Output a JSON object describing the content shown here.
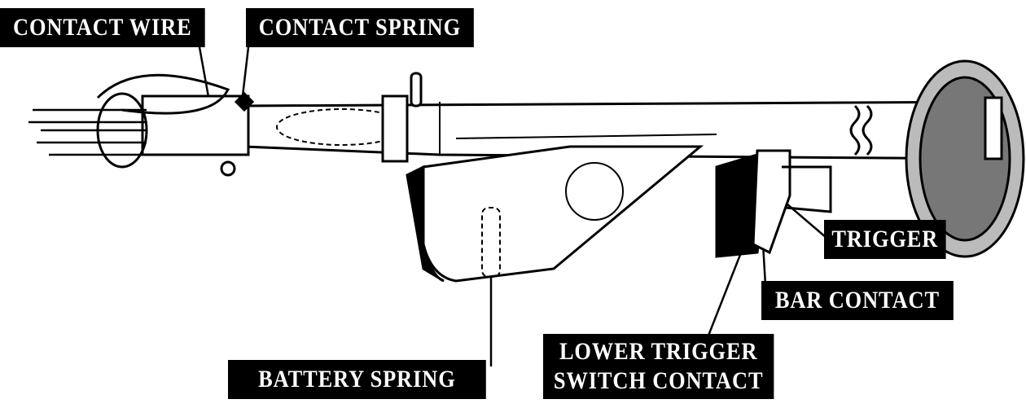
{
  "labels": {
    "contact_wire": "CONTACT WIRE",
    "contact_spring": "CONTACT SPRING",
    "trigger": "TRIGGER",
    "bar_contact": "BAR CONTACT",
    "lower_trigger_line1": "LOWER TRIGGER",
    "lower_trigger_line2": "SWITCH CONTACT",
    "battery_spring": "BATTERY SPRING"
  },
  "colors": {
    "ink": "#000000",
    "paper": "#ffffff"
  }
}
